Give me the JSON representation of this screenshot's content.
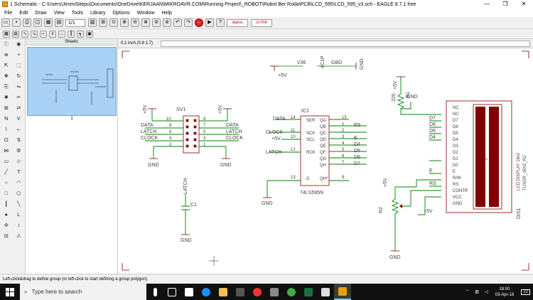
{
  "window": {
    "title": "1 Schematic - C:\\Users\\JimmiSitepu\\Documents\\OneDrive\\KERJAAN\\MIKROAVR.COM\\Running Project\\_ROBOT\\Robot Ber Roda\\PCB\\LCD_595\\LCD_595_v3.sch - EAGLE 8.7.1 free",
    "minimize": "—",
    "maximize": "❐",
    "close": "✕"
  },
  "menu": [
    "File",
    "Edit",
    "Draw",
    "View",
    "Tools",
    "Library",
    "Options",
    "Window",
    "Help"
  ],
  "toolbar": {
    "sheet_select": "1/1",
    "logo1": "digikey",
    "logo2": "ULTRA"
  },
  "sheets": {
    "header": "Sheets",
    "sheet_number": "1"
  },
  "command": {
    "coordinate": "0.1 inch (0.8 1.7)",
    "input_value": ""
  },
  "status": "Left-click&drag to define group (or left-click to start defining a group polygon)",
  "taskbar": {
    "search_placeholder": "Type here to search",
    "time": "18:00",
    "date": "03-Apr-18",
    "notify_count": "22"
  },
  "schematic": {
    "sv1_name": "SV1",
    "ic1_name": "IC1",
    "ic1_value": "74LS595N",
    "c1_name": "C1",
    "r1_name": "R1",
    "r1_value": "220",
    "r2_name": "R2",
    "dis1_name": "DIS1",
    "dis1_value": "LCD DISPLAY 16x2",
    "dis1_label2": "TUXGR_16X2_R2",
    "ic1_pin_labels": [
      "SER",
      "QA",
      "QB",
      "SCK",
      "QC",
      "SCL",
      "QD",
      "QE",
      "RCK",
      "QF",
      "QG",
      "QH",
      "G",
      "QH*"
    ],
    "lcd_pins": [
      "NC",
      "NC",
      "D7",
      "D6",
      "D5",
      "D4",
      "D3",
      "D2",
      "D1",
      "D0",
      "E",
      "R/W",
      "RS",
      "CONTR",
      "VCC",
      "GND"
    ],
    "nets": {
      "data": "DATA",
      "latch": "LATCH",
      "clock": "CLOCK",
      "rs": "RS",
      "e": "E",
      "d4": "D4",
      "d5": "D5",
      "d6": "D6",
      "d7": "D7",
      "vcc": "+5V",
      "gnd": "GND",
      "v36": "V36",
      "gbd": "GBD",
      "ic1p": "4C1P"
    },
    "sv1_pins_left": [
      "10",
      "8",
      "6",
      "4",
      "2"
    ],
    "sv1_pins_right": [
      "9",
      "7",
      "5",
      "3",
      "1"
    ],
    "ic1_pins_left": [
      "14",
      "11",
      "10",
      "12",
      "13"
    ],
    "ic1_pins_right": [
      "15",
      "1",
      "2",
      "3",
      "4",
      "5",
      "6",
      "7",
      "9"
    ]
  },
  "colors": {
    "wire": "#008000",
    "part": "#800000",
    "text": "#404040",
    "thumb": "#a9d0f5"
  }
}
